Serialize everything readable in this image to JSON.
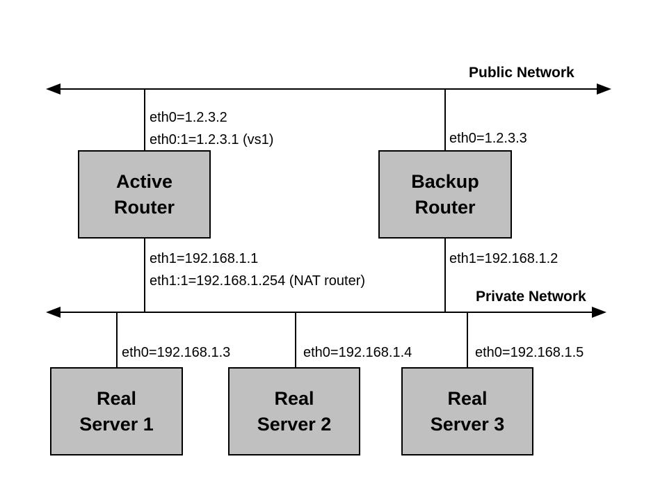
{
  "colors": {
    "background": "#ffffff",
    "line": "#000000",
    "box_fill": "#c0c0c0",
    "box_border": "#000000",
    "text": "#000000"
  },
  "networks": {
    "public": {
      "label": "Public Network"
    },
    "private": {
      "label": "Private Network"
    }
  },
  "nodes": {
    "active_router": {
      "line1": "Active",
      "line2": "Router"
    },
    "backup_router": {
      "line1": "Backup",
      "line2": "Router"
    },
    "real_server_1": {
      "line1": "Real",
      "line2": "Server 1"
    },
    "real_server_2": {
      "line1": "Real",
      "line2": "Server 2"
    },
    "real_server_3": {
      "line1": "Real",
      "line2": "Server 3"
    }
  },
  "interface_labels": {
    "active_eth0": "eth0=1.2.3.2",
    "active_eth0_alias": "eth0:1=1.2.3.1 (vs1)",
    "backup_eth0": "eth0=1.2.3.3",
    "active_eth1": "eth1=192.168.1.1",
    "active_eth1_alias": "eth1:1=192.168.1.254 (NAT router)",
    "backup_eth1": "eth1=192.168.1.2",
    "server1_eth0": "eth0=192.168.1.3",
    "server2_eth0": "eth0=192.168.1.4",
    "server3_eth0": "eth0=192.168.1.5"
  }
}
